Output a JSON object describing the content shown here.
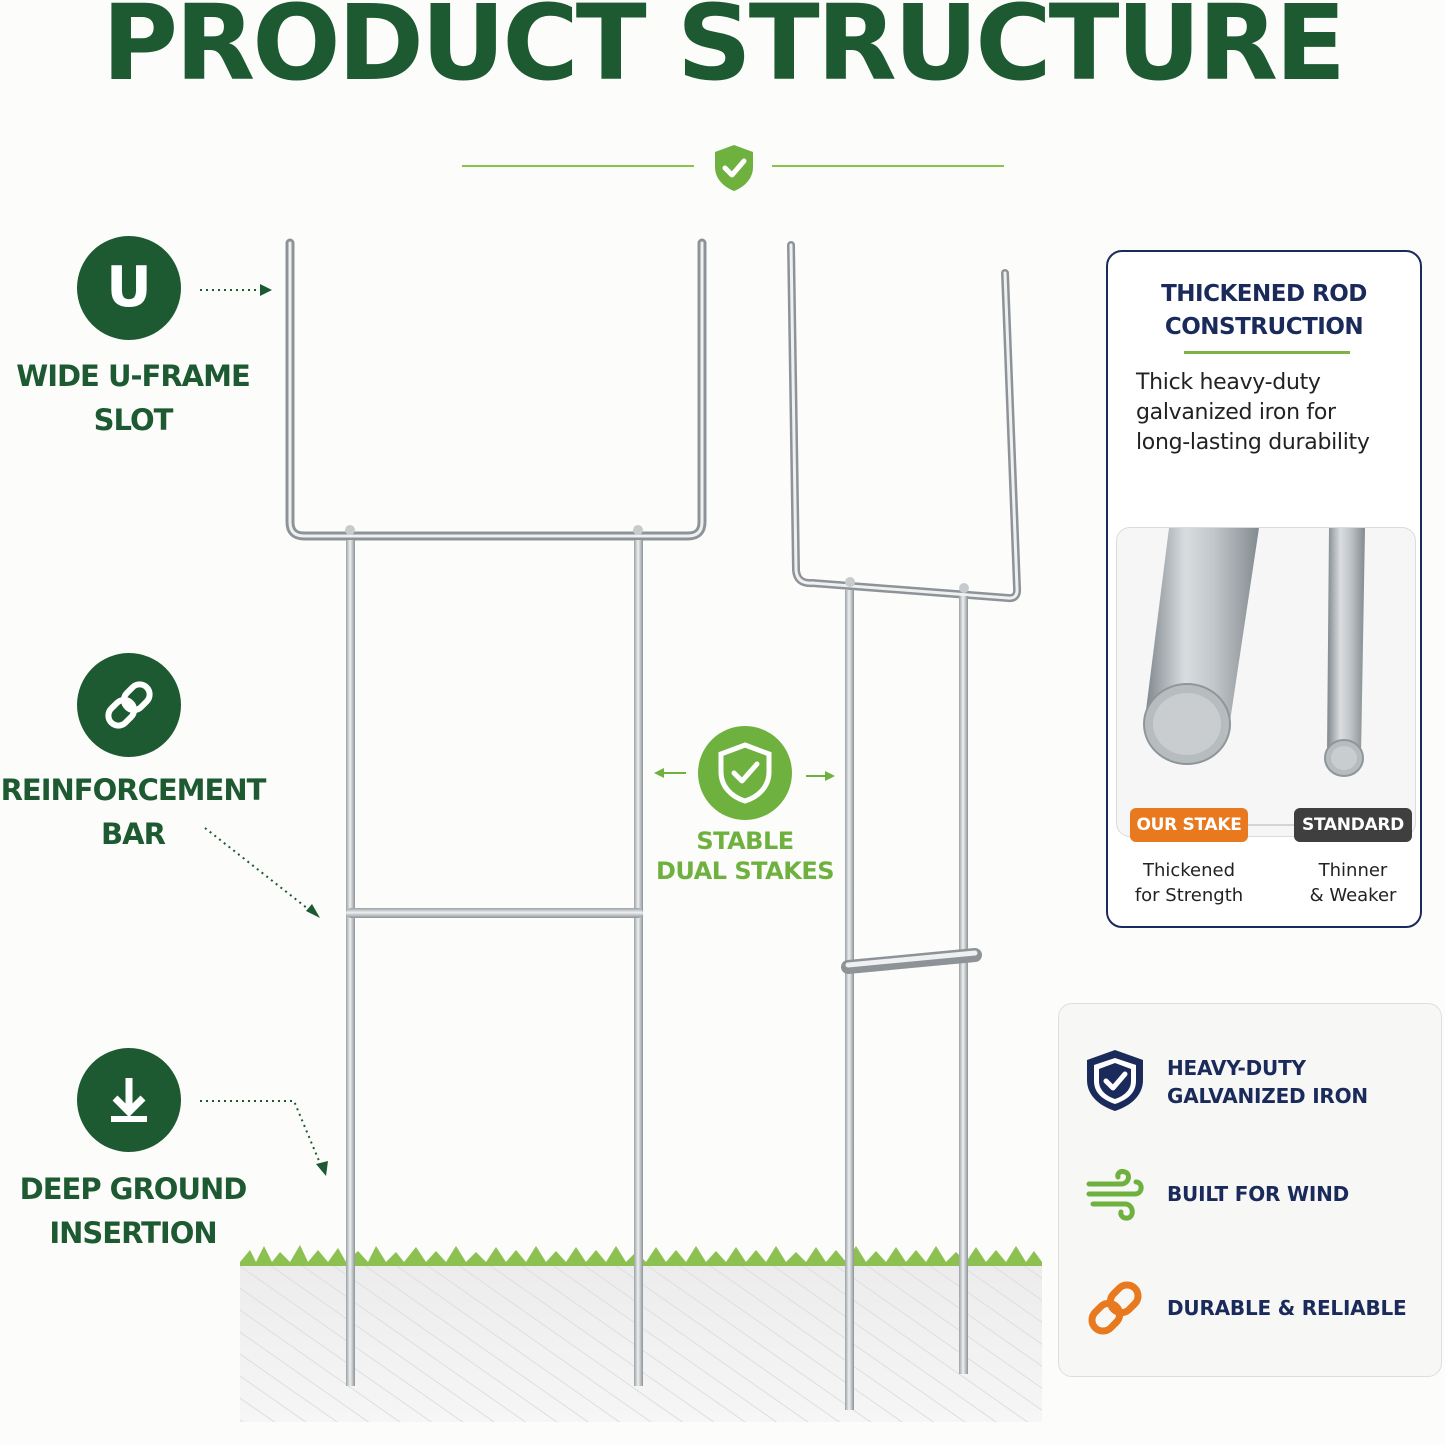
{
  "header": {
    "title": "PRODUCT STRUCTURE"
  },
  "features": [
    {
      "icon": "u-letter-icon",
      "label_line1": "WIDE U-FRAME",
      "label_line2": "SLOT",
      "glyph": "U"
    },
    {
      "icon": "chain-link-icon",
      "label_line1": "REINFORCEMENT",
      "label_line2": "BAR"
    },
    {
      "icon": "download-arrow-icon",
      "label_line1": "DEEP GROUND",
      "label_line2": "INSERTION"
    }
  ],
  "stable": {
    "label_line1": "STABLE",
    "label_line2": "DUAL STAKES"
  },
  "thickened_card": {
    "title_line1": "THICKENED ROD",
    "title_line2": "CONSTRUCTION",
    "desc_line1": "Thick heavy-duty",
    "desc_line2": "galvanized iron for",
    "desc_line3": "long-lasting durability",
    "ours_pill": "OUR STAKE",
    "standard_pill": "STANDARD",
    "ours_cap_line1": "Thickened",
    "ours_cap_line2": "for Strength",
    "standard_cap_line1": "Thinner",
    "standard_cap_line2": "& Weaker"
  },
  "benefits": [
    {
      "icon": "shield-check-icon",
      "line1": "HEAVY-DUTY",
      "line2": "GALVANIZED IRON"
    },
    {
      "icon": "wind-icon",
      "line1": "BUILT FOR WIND",
      "line2": ""
    },
    {
      "icon": "chain-link-icon",
      "line1": "DURABLE & RELIABLE",
      "line2": ""
    }
  ],
  "colors": {
    "brand_green": "#1d5a31",
    "accent_green": "#6fb13f",
    "navy": "#1a2a5a",
    "orange": "#e8791e",
    "gray_pill": "#3f3f3f"
  }
}
